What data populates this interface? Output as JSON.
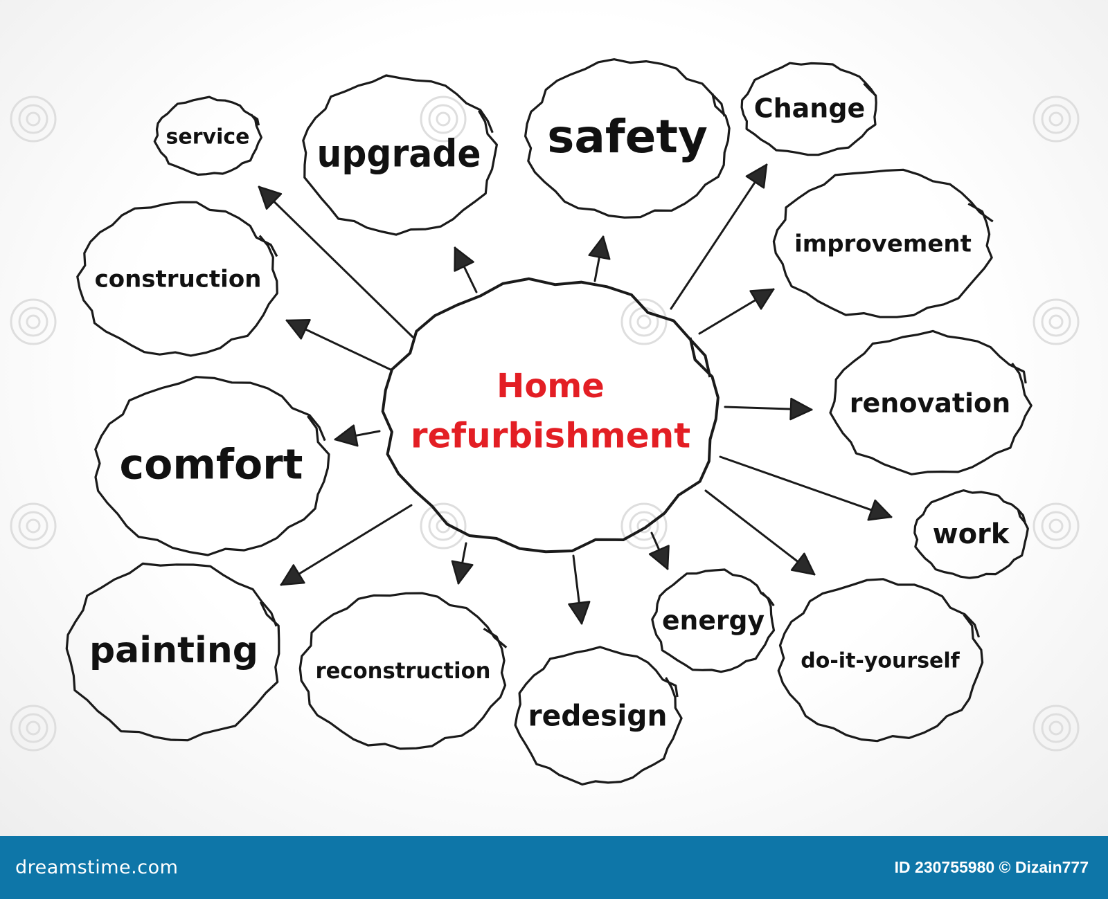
{
  "diagram": {
    "type": "mind-map",
    "center": {
      "lines": [
        "Home",
        "refurbishment"
      ],
      "color": "#e31e24"
    },
    "nodes": [
      {
        "id": "service",
        "label": "service"
      },
      {
        "id": "upgrade",
        "label": "upgrade"
      },
      {
        "id": "safety",
        "label": "safety"
      },
      {
        "id": "change",
        "label": "Change"
      },
      {
        "id": "improvement",
        "label": "improvement"
      },
      {
        "id": "construction",
        "label": "construction"
      },
      {
        "id": "renovation",
        "label": "renovation"
      },
      {
        "id": "comfort",
        "label": "comfort"
      },
      {
        "id": "work",
        "label": "work"
      },
      {
        "id": "painting",
        "label": "painting"
      },
      {
        "id": "reconstruction",
        "label": "reconstruction"
      },
      {
        "id": "energy",
        "label": "energy"
      },
      {
        "id": "redesign",
        "label": "redesign"
      },
      {
        "id": "do-it-yourself",
        "label": "do-it-yourself"
      }
    ],
    "edges": [
      {
        "from": "center",
        "to": "service"
      },
      {
        "from": "center",
        "to": "upgrade"
      },
      {
        "from": "center",
        "to": "safety"
      },
      {
        "from": "center",
        "to": "change"
      },
      {
        "from": "center",
        "to": "improvement"
      },
      {
        "from": "center",
        "to": "construction"
      },
      {
        "from": "center",
        "to": "renovation"
      },
      {
        "from": "center",
        "to": "comfort"
      },
      {
        "from": "center",
        "to": "work"
      },
      {
        "from": "center",
        "to": "painting"
      },
      {
        "from": "center",
        "to": "reconstruction"
      },
      {
        "from": "center",
        "to": "energy"
      },
      {
        "from": "center",
        "to": "redesign"
      },
      {
        "from": "center",
        "to": "do-it-yourself"
      }
    ],
    "line_color": "#1a1a1a"
  },
  "footer": {
    "logo": "dreamstime.com",
    "id_text": "ID 230755980 © Dizain777",
    "background": "#0e76a8"
  }
}
